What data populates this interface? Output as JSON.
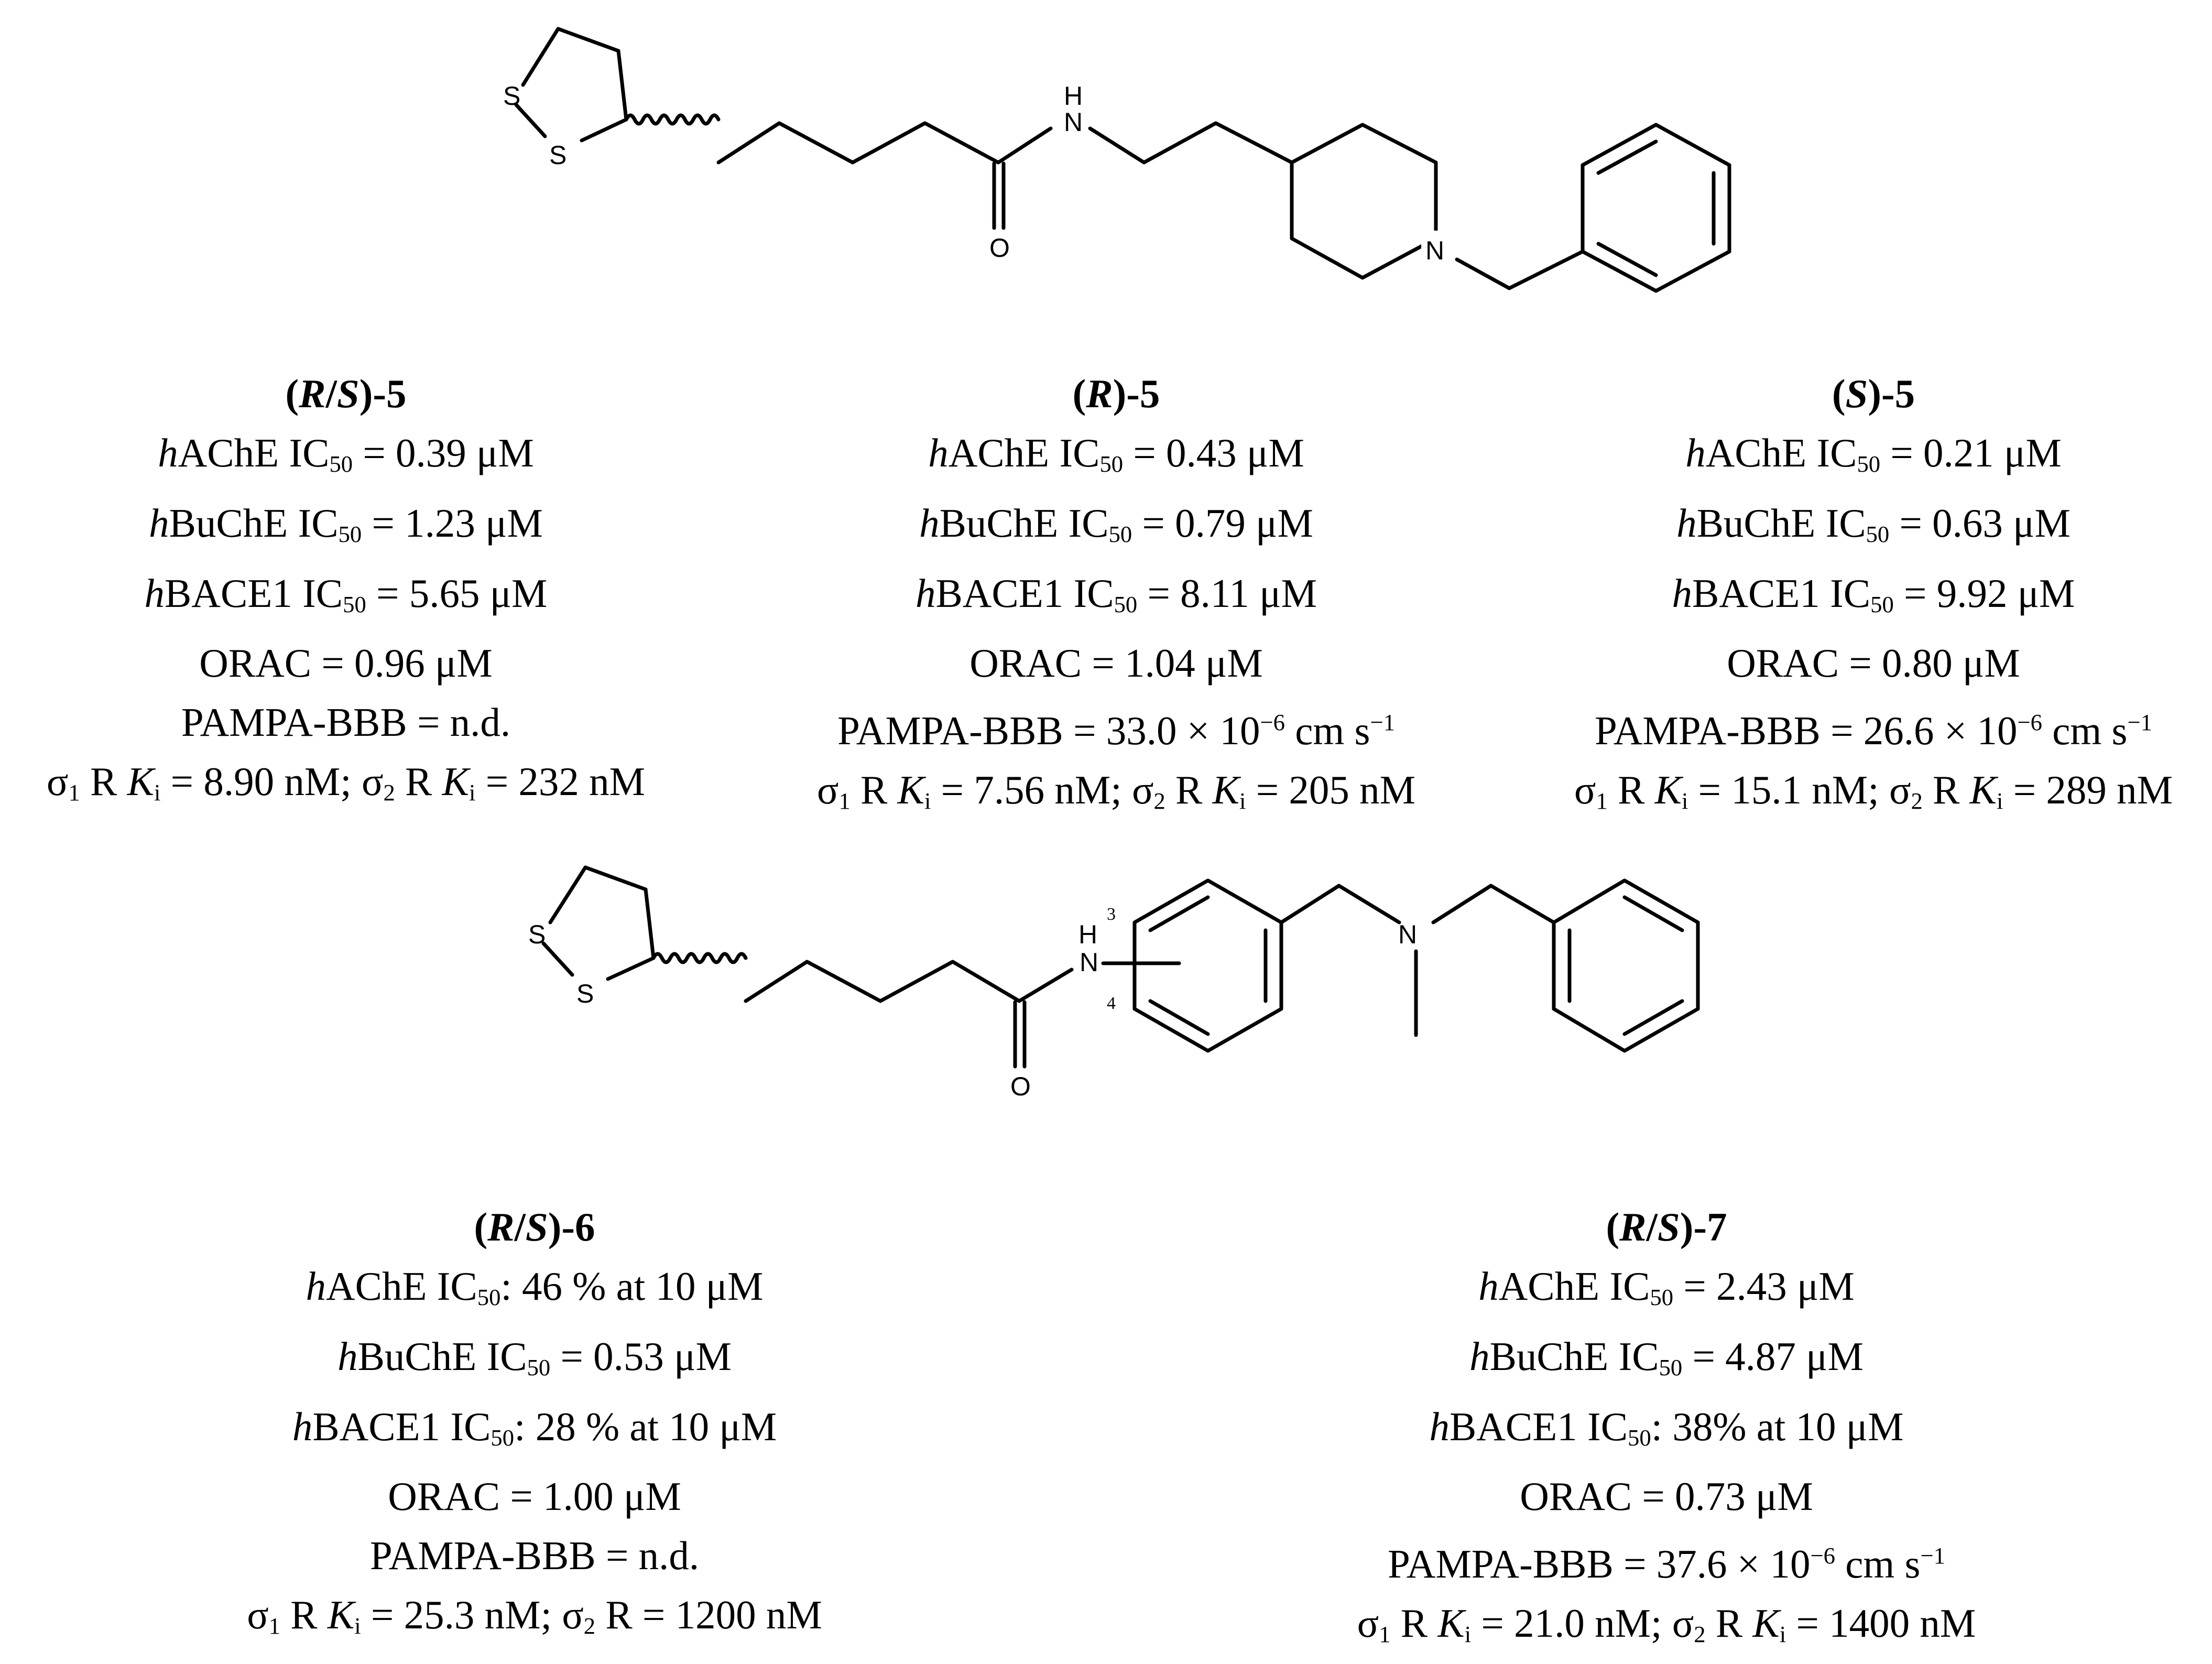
{
  "structure1": {
    "atoms": {
      "s_top": "S",
      "s_bottom": "S",
      "nh_h": "H",
      "nh_n": "N",
      "o": "O",
      "n_pip": "N"
    }
  },
  "structure2": {
    "atoms": {
      "s_top": "S",
      "s_bottom": "S",
      "nh_h": "H",
      "nh_n": "N",
      "o": "O",
      "n_amine": "N"
    },
    "positions": {
      "p3": "3",
      "p4": "4"
    }
  },
  "compounds": [
    {
      "id": "rs5",
      "name": {
        "open": "(",
        "s1": "R",
        "slash": "/",
        "s2": "S",
        "close": ")-5"
      },
      "hache": {
        "pre": "h",
        "text": "AChE IC",
        "sub": "50",
        "rest": " = 0.39 μM"
      },
      "hbuche": {
        "pre": "h",
        "text": "BuChE IC",
        "sub": "50",
        "rest": " = 1.23 μM"
      },
      "hbace": {
        "pre": "h",
        "text": "BACE1 IC",
        "sub": "50",
        "rest": " = 5.65 μM"
      },
      "orac": "ORAC = 0.96 μM",
      "pampa": {
        "text": "PAMPA-BBB = n.d."
      },
      "sigma": {
        "s1": "σ",
        "s1sub": "1",
        "s1text": " R ",
        "k1": "K",
        "k1sub": "i",
        "v1": " = 8.90 nM; ",
        "s2": "σ",
        "s2sub": "2",
        "s2text": " R ",
        "k2": "K",
        "k2sub": "i",
        "v2": " = 232 nM"
      }
    },
    {
      "id": "r5",
      "name": {
        "open": "(",
        "s1": "R",
        "close": ")-5"
      },
      "hache": {
        "pre": "h",
        "text": "AChE IC",
        "sub": "50",
        "rest": " = 0.43 μM"
      },
      "hbuche": {
        "pre": "h",
        "text": "BuChE IC",
        "sub": "50",
        "rest": " = 0.79 μM"
      },
      "hbace": {
        "pre": "h",
        "text": "BACE1 IC",
        "sub": "50",
        "rest": " = 8.11 μM"
      },
      "orac": "ORAC = 1.04 μM",
      "pampa": {
        "text": "PAMPA-BBB = 33.0 × 10",
        "sup": "−6",
        "unit": " cm s",
        "unitsup": "−1"
      },
      "sigma": {
        "s1": "σ",
        "s1sub": "1",
        "s1text": " R ",
        "k1": "K",
        "k1sub": "i",
        "v1": " = 7.56 nM; ",
        "s2": "σ",
        "s2sub": "2",
        "s2text": " R ",
        "k2": "K",
        "k2sub": "i",
        "v2": " = 205 nM"
      }
    },
    {
      "id": "s5",
      "name": {
        "open": "(",
        "s1": "S",
        "close": ")-5"
      },
      "hache": {
        "pre": "h",
        "text": "AChE IC",
        "sub": "50",
        "rest": " = 0.21 μM"
      },
      "hbuche": {
        "pre": "h",
        "text": "BuChE IC",
        "sub": "50",
        "rest": " = 0.63 μM"
      },
      "hbace": {
        "pre": "h",
        "text": "BACE1 IC",
        "sub": "50",
        "rest": " = 9.92 μM"
      },
      "orac": "ORAC = 0.80 μM",
      "pampa": {
        "text": "PAMPA-BBB = 26.6 × 10",
        "sup": "−6",
        "unit": " cm s",
        "unitsup": "−1"
      },
      "sigma": {
        "s1": "σ",
        "s1sub": "1",
        "s1text": " R ",
        "k1": "K",
        "k1sub": "i",
        "v1": " = 15.1 nM; ",
        "s2": "σ",
        "s2sub": "2",
        "s2text": " R ",
        "k2": "K",
        "k2sub": "i",
        "v2": " = 289 nM"
      }
    },
    {
      "id": "rs6",
      "name": {
        "open": "(",
        "s1": "R",
        "slash": "/",
        "s2": "S",
        "close": ")-6"
      },
      "hache": {
        "pre": "h",
        "text": "AChE IC",
        "sub": "50",
        "rest": ": 46 % at 10 μM"
      },
      "hbuche": {
        "pre": "h",
        "text": "BuChE IC",
        "sub": "50",
        "rest": " = 0.53 μM"
      },
      "hbace": {
        "pre": "h",
        "text": "BACE1 IC",
        "sub": "50",
        "rest": ": 28 % at 10 μM"
      },
      "orac": "ORAC = 1.00 μM",
      "pampa": {
        "text": "PAMPA-BBB = n.d."
      },
      "sigma": {
        "s1": "σ",
        "s1sub": "1",
        "s1text": " R ",
        "k1": "K",
        "k1sub": "i",
        "v1": " = 25.3 nM; ",
        "s2": "σ",
        "s2sub": "2",
        "s2text": " R = 1200 nM"
      }
    },
    {
      "id": "rs7",
      "name": {
        "open": "(",
        "s1": "R",
        "slash": "/",
        "s2": "S",
        "close": ")-7"
      },
      "hache": {
        "pre": "h",
        "text": "AChE IC",
        "sub": "50",
        "rest": " = 2.43 μM"
      },
      "hbuche": {
        "pre": "h",
        "text": "BuChE IC",
        "sub": "50",
        "rest": " = 4.87 μM"
      },
      "hbace": {
        "pre": "h",
        "text": "BACE1 IC",
        "sub": "50",
        "rest": ": 38% at 10 μM"
      },
      "orac": "ORAC = 0.73 μM",
      "pampa": {
        "text": "PAMPA-BBB = 37.6 × 10",
        "sup": "−6",
        "unit": " cm s",
        "unitsup": "−1"
      },
      "sigma": {
        "s1": "σ",
        "s1sub": "1",
        "s1text": " R ",
        "k1": "K",
        "k1sub": "i",
        "v1": " = 21.0 nM; ",
        "s2": "σ",
        "s2sub": "2",
        "s2text": " R ",
        "k2": "K",
        "k2sub": "i",
        "v2": " = 1400 nM"
      }
    }
  ]
}
